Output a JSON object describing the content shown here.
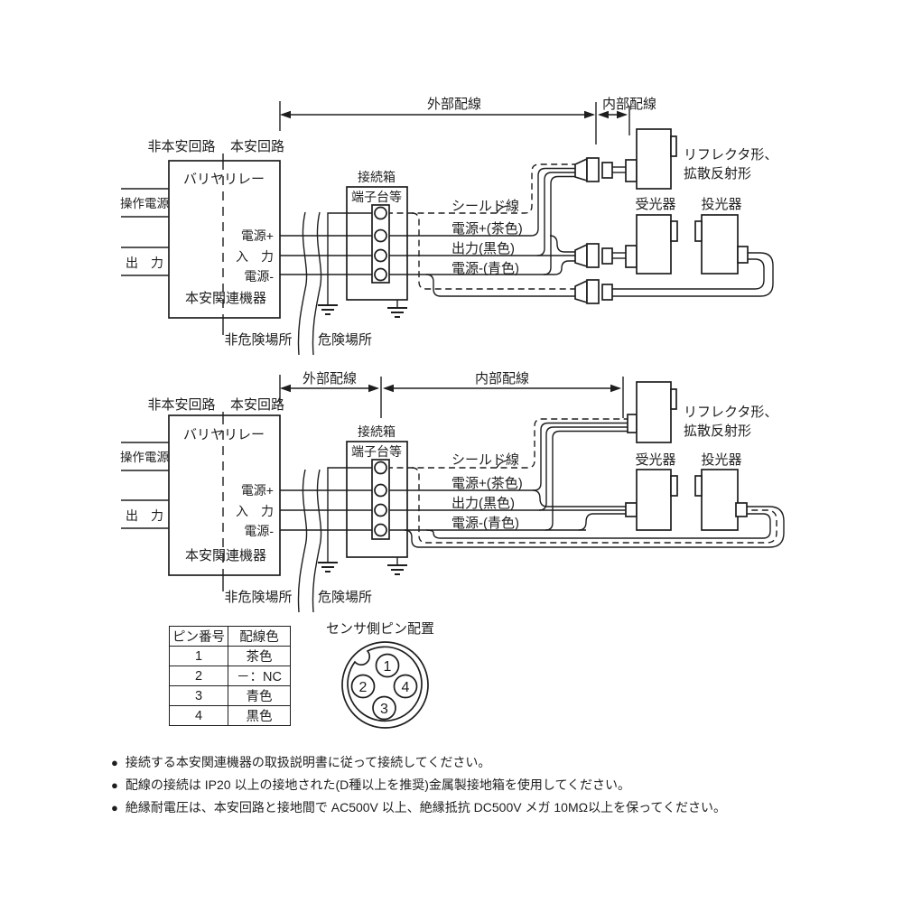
{
  "labels": {
    "external_wiring": "外部配線",
    "internal_wiring": "内部配線",
    "non_intrinsically_safe_circuit": "非本安回路",
    "intrinsically_safe_circuit": "本安回路",
    "barrier_relay": "バリヤリレー",
    "operation_power": "操作電源",
    "output": "出　力",
    "power_plus": "電源+",
    "input": "入　力",
    "power_minus": "電源-",
    "intrinsically_safe_related_equipment": "本安関連機器",
    "non_hazardous_location": "非危険場所",
    "hazardous_location": "危険場所",
    "junction_box": "接続箱",
    "terminal_block_etc": "端子台等",
    "shield_wire": "シールド線",
    "wire_power_plus_brown": "電源+(茶色)",
    "wire_output_black": "出力(黒色)",
    "wire_power_minus_blue": "電源-(青色)",
    "reflector_type_line1": "リフレクタ形、",
    "reflector_type_line2": "拡散反射形",
    "receiver": "受光器",
    "emitter": "投光器"
  },
  "pin_table": {
    "headers": [
      "ピン番号",
      "配線色"
    ],
    "rows": [
      [
        "1",
        "茶色"
      ],
      [
        "2",
        "－：NC"
      ],
      [
        "3",
        "青色"
      ],
      [
        "4",
        "黒色"
      ]
    ]
  },
  "pin_layout": {
    "title": "センサ側ピン配置",
    "pins": [
      "1",
      "2",
      "3",
      "4"
    ]
  },
  "notes": [
    "接続する本安関連機器の取扱説明書に従って接続してください。",
    "配線の接続は IP20 以上の接地された(D種以上を推奨)金属製接地箱を使用してください。",
    "絶縁耐電圧は、本安回路と接地間で AC500V 以上、絶縁抵抗 DC500V メガ 10MΩ以上を保ってください。"
  ],
  "colors": {
    "line": "#1e1e1e",
    "background": "#ffffff"
  }
}
